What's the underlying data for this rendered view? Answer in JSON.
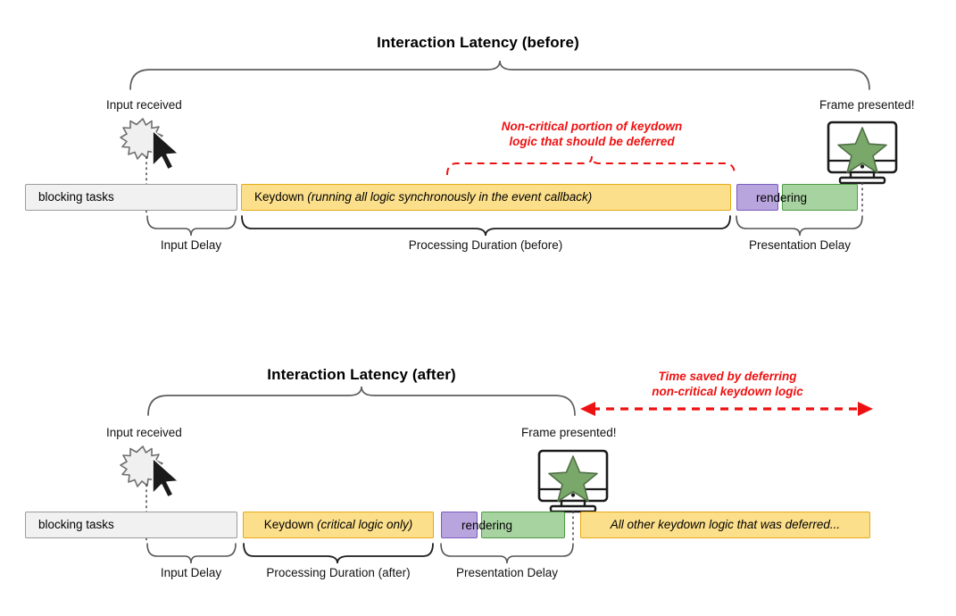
{
  "diagram": {
    "background": "#ffffff",
    "accent_red": "#ee1111",
    "yellow_fill": "#fcdf8a",
    "yellow_stroke": "#e6a817",
    "purple_fill": "#b8a5dd",
    "purple_stroke": "#7b5bbd",
    "green_fill": "#a7d3a0",
    "green_stroke": "#4f9a46",
    "gray_fill": "#f1f1f1",
    "gray_stroke": "#9b9b9b"
  },
  "before": {
    "title": "Interaction Latency (before)",
    "input_label": "Input received",
    "frame_label": "Frame presented!",
    "red_note_line1": "Non-critical portion of keydown",
    "red_note_line2": "logic that should be deferred",
    "bars": {
      "blocking": "blocking tasks",
      "keydown_prefix": "Keydown ",
      "keydown_italic": "(running all logic synchronously in the event callback)",
      "rendering": "rendering"
    },
    "brace_labels": {
      "input_delay": "Input Delay",
      "processing": "Processing Duration (before)",
      "presentation": "Presentation Delay"
    }
  },
  "after": {
    "title": "Interaction Latency (after)",
    "input_label": "Input received",
    "frame_label": "Frame presented!",
    "red_note_line1": "Time saved by deferring",
    "red_note_line2": "non-critical keydown logic",
    "bars": {
      "blocking": "blocking tasks",
      "keydown_prefix": "Keydown ",
      "keydown_italic": "(critical logic only)",
      "rendering": "rendering",
      "deferred": "All other keydown logic that was deferred..."
    },
    "brace_labels": {
      "input_delay": "Input Delay",
      "processing": "Processing Duration (after)",
      "presentation": "Presentation Delay"
    }
  },
  "icons": {
    "burst": "burst-icon",
    "cursor": "cursor-arrow-icon",
    "monitor": "monitor-icon",
    "star": "star-icon"
  }
}
